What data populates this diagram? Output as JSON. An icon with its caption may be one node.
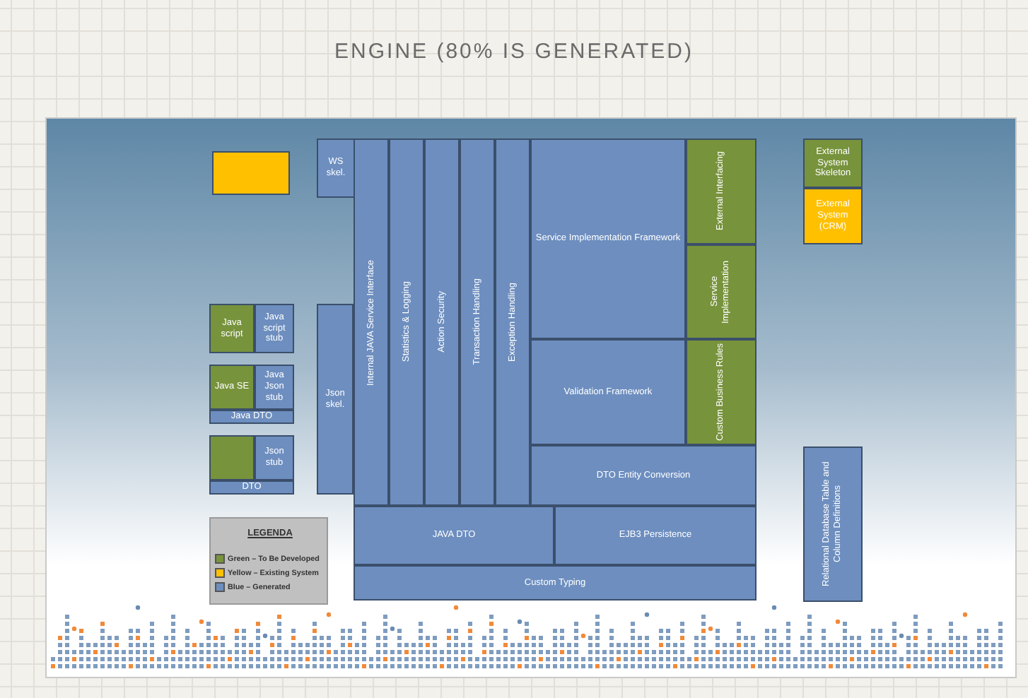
{
  "diagram": {
    "title": "ENGINE (80% IS GENERATED)",
    "nodes": [
      {
        "text": [],
        "shape": "box"
      },
      {
        "text": [
          "WS skel."
        ]
      },
      {
        "text": [
          "Internal JAVA Service Interface"
        ]
      },
      {
        "text": [
          "Statistics & Logging"
        ]
      },
      {
        "text": [
          "Action Security"
        ]
      },
      {
        "text": [
          "Transaction Handling"
        ]
      },
      {
        "text": [
          "Exception Handling"
        ]
      },
      {
        "text": [
          "Service Implementation Framework"
        ]
      },
      {
        "text": [
          "External Interfacing"
        ]
      },
      {
        "text": [
          "External System Skeleton"
        ]
      },
      {
        "text": [
          "External System (CRM)"
        ]
      },
      {
        "text": [
          "Service Implementation"
        ]
      },
      {
        "text": [
          "Java script"
        ]
      },
      {
        "text": [
          "Java script stub"
        ]
      },
      {
        "text": [
          "Json skel."
        ]
      },
      {
        "text": [
          "Validation Framework"
        ]
      },
      {
        "text": [
          "Custom Business Rules"
        ]
      },
      {
        "text": [
          "Java SE"
        ]
      },
      {
        "text": [
          "Java Json stub"
        ]
      },
      {
        "text": [
          "Java DTO"
        ]
      },
      {
        "text": [],
        "shape": "box"
      },
      {
        "text": [
          "Json stub"
        ]
      },
      {
        "text": [
          "DTO"
        ]
      },
      {
        "text": [
          "DTO Entity Conversion"
        ]
      },
      {
        "text": [
          "Relational Database Table and Column Definitions"
        ]
      },
      {
        "text": [
          "JAVA DTO"
        ]
      },
      {
        "text": [
          "EJB3 Persistence"
        ]
      },
      {
        "text": [
          "Custom Typing"
        ]
      }
    ],
    "labels": [
      "LEGENDA"
    ],
    "legend": [
      {
        "text": "Green – To Be Developed",
        "color": "#77933c"
      },
      {
        "text": "Yellow – Existing System",
        "color": "#ffc000"
      },
      {
        "text": "Blue – Generated",
        "color": "#6d8ebf"
      }
    ]
  }
}
